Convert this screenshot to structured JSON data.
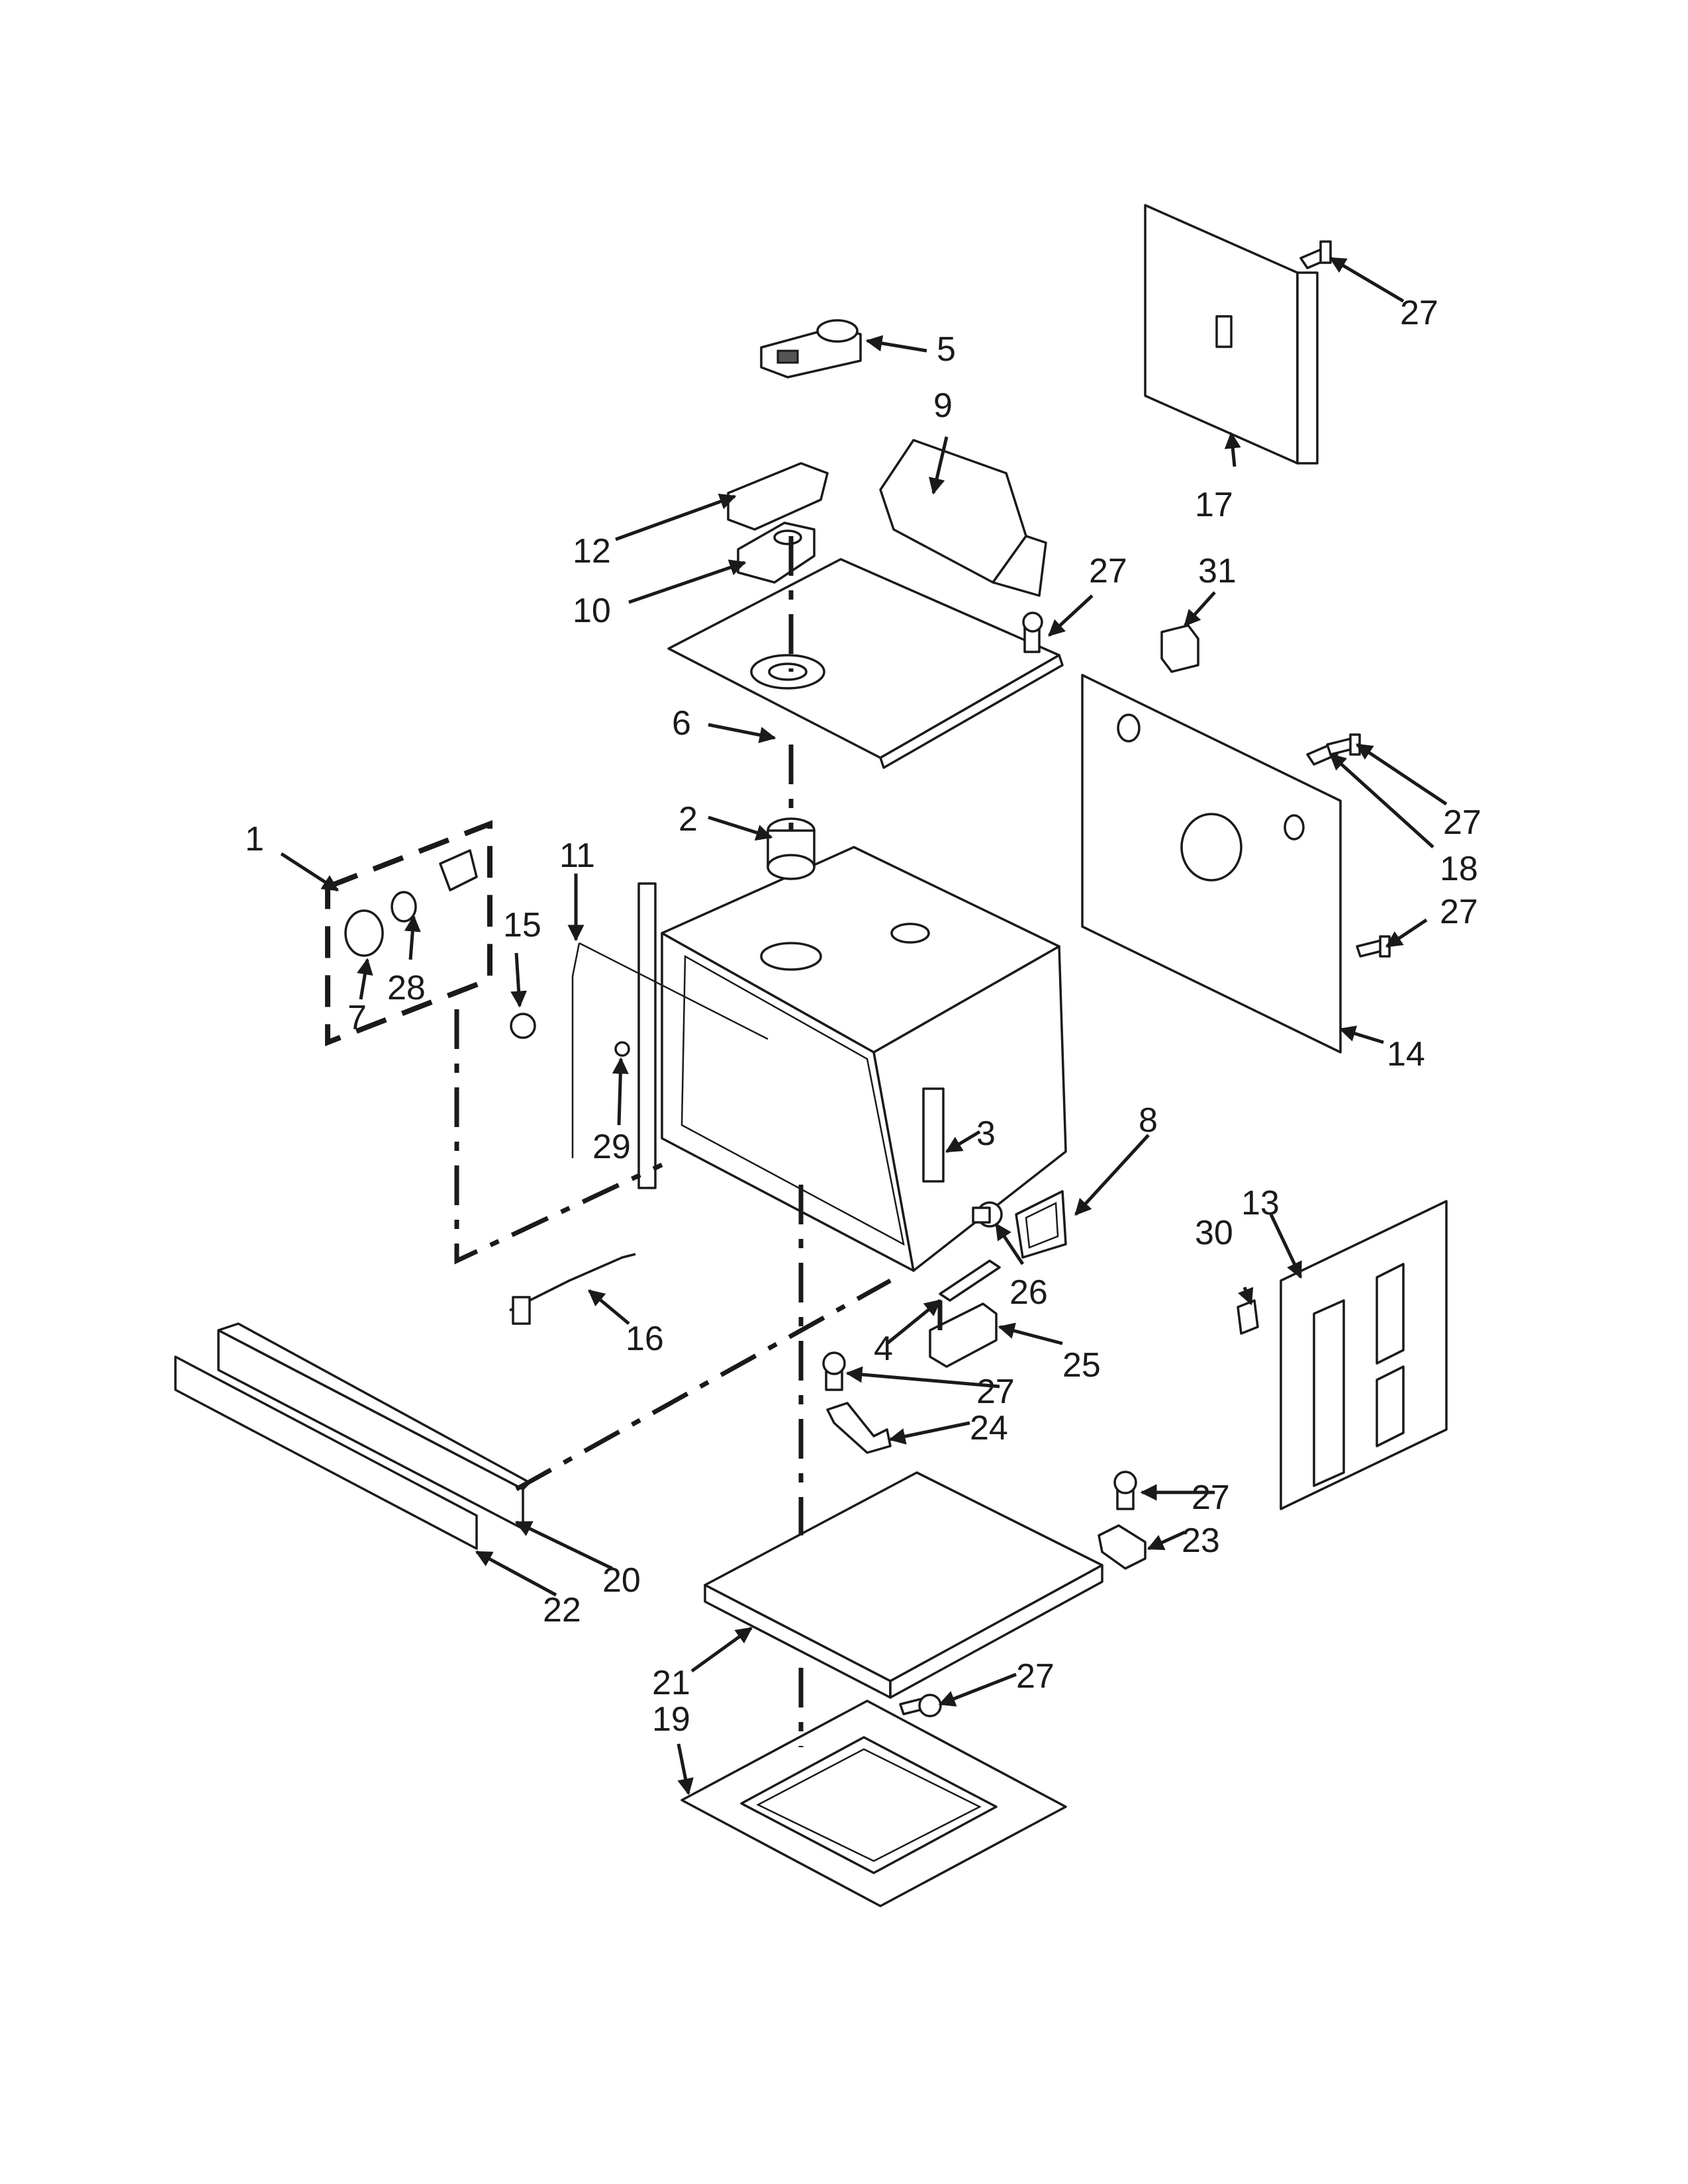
{
  "colors": {
    "ink": "#1a1a1a",
    "paper": "#ffffff"
  },
  "callouts": {
    "c1": "1",
    "c2": "2",
    "c3": "3",
    "c4": "4",
    "c5": "5",
    "c6": "6",
    "c7": "7",
    "c8": "8",
    "c9": "9",
    "c10": "10",
    "c11": "11",
    "c12": "12",
    "c13": "13",
    "c14": "14",
    "c15": "15",
    "c16": "16",
    "c17": "17",
    "c18": "18",
    "c19": "19",
    "c20": "20",
    "c21": "21",
    "c22": "22",
    "c23": "23",
    "c24": "24",
    "c25": "25",
    "c26": "26",
    "c27": "27",
    "c28": "28",
    "c29": "29",
    "c30": "30",
    "c31": "31"
  }
}
